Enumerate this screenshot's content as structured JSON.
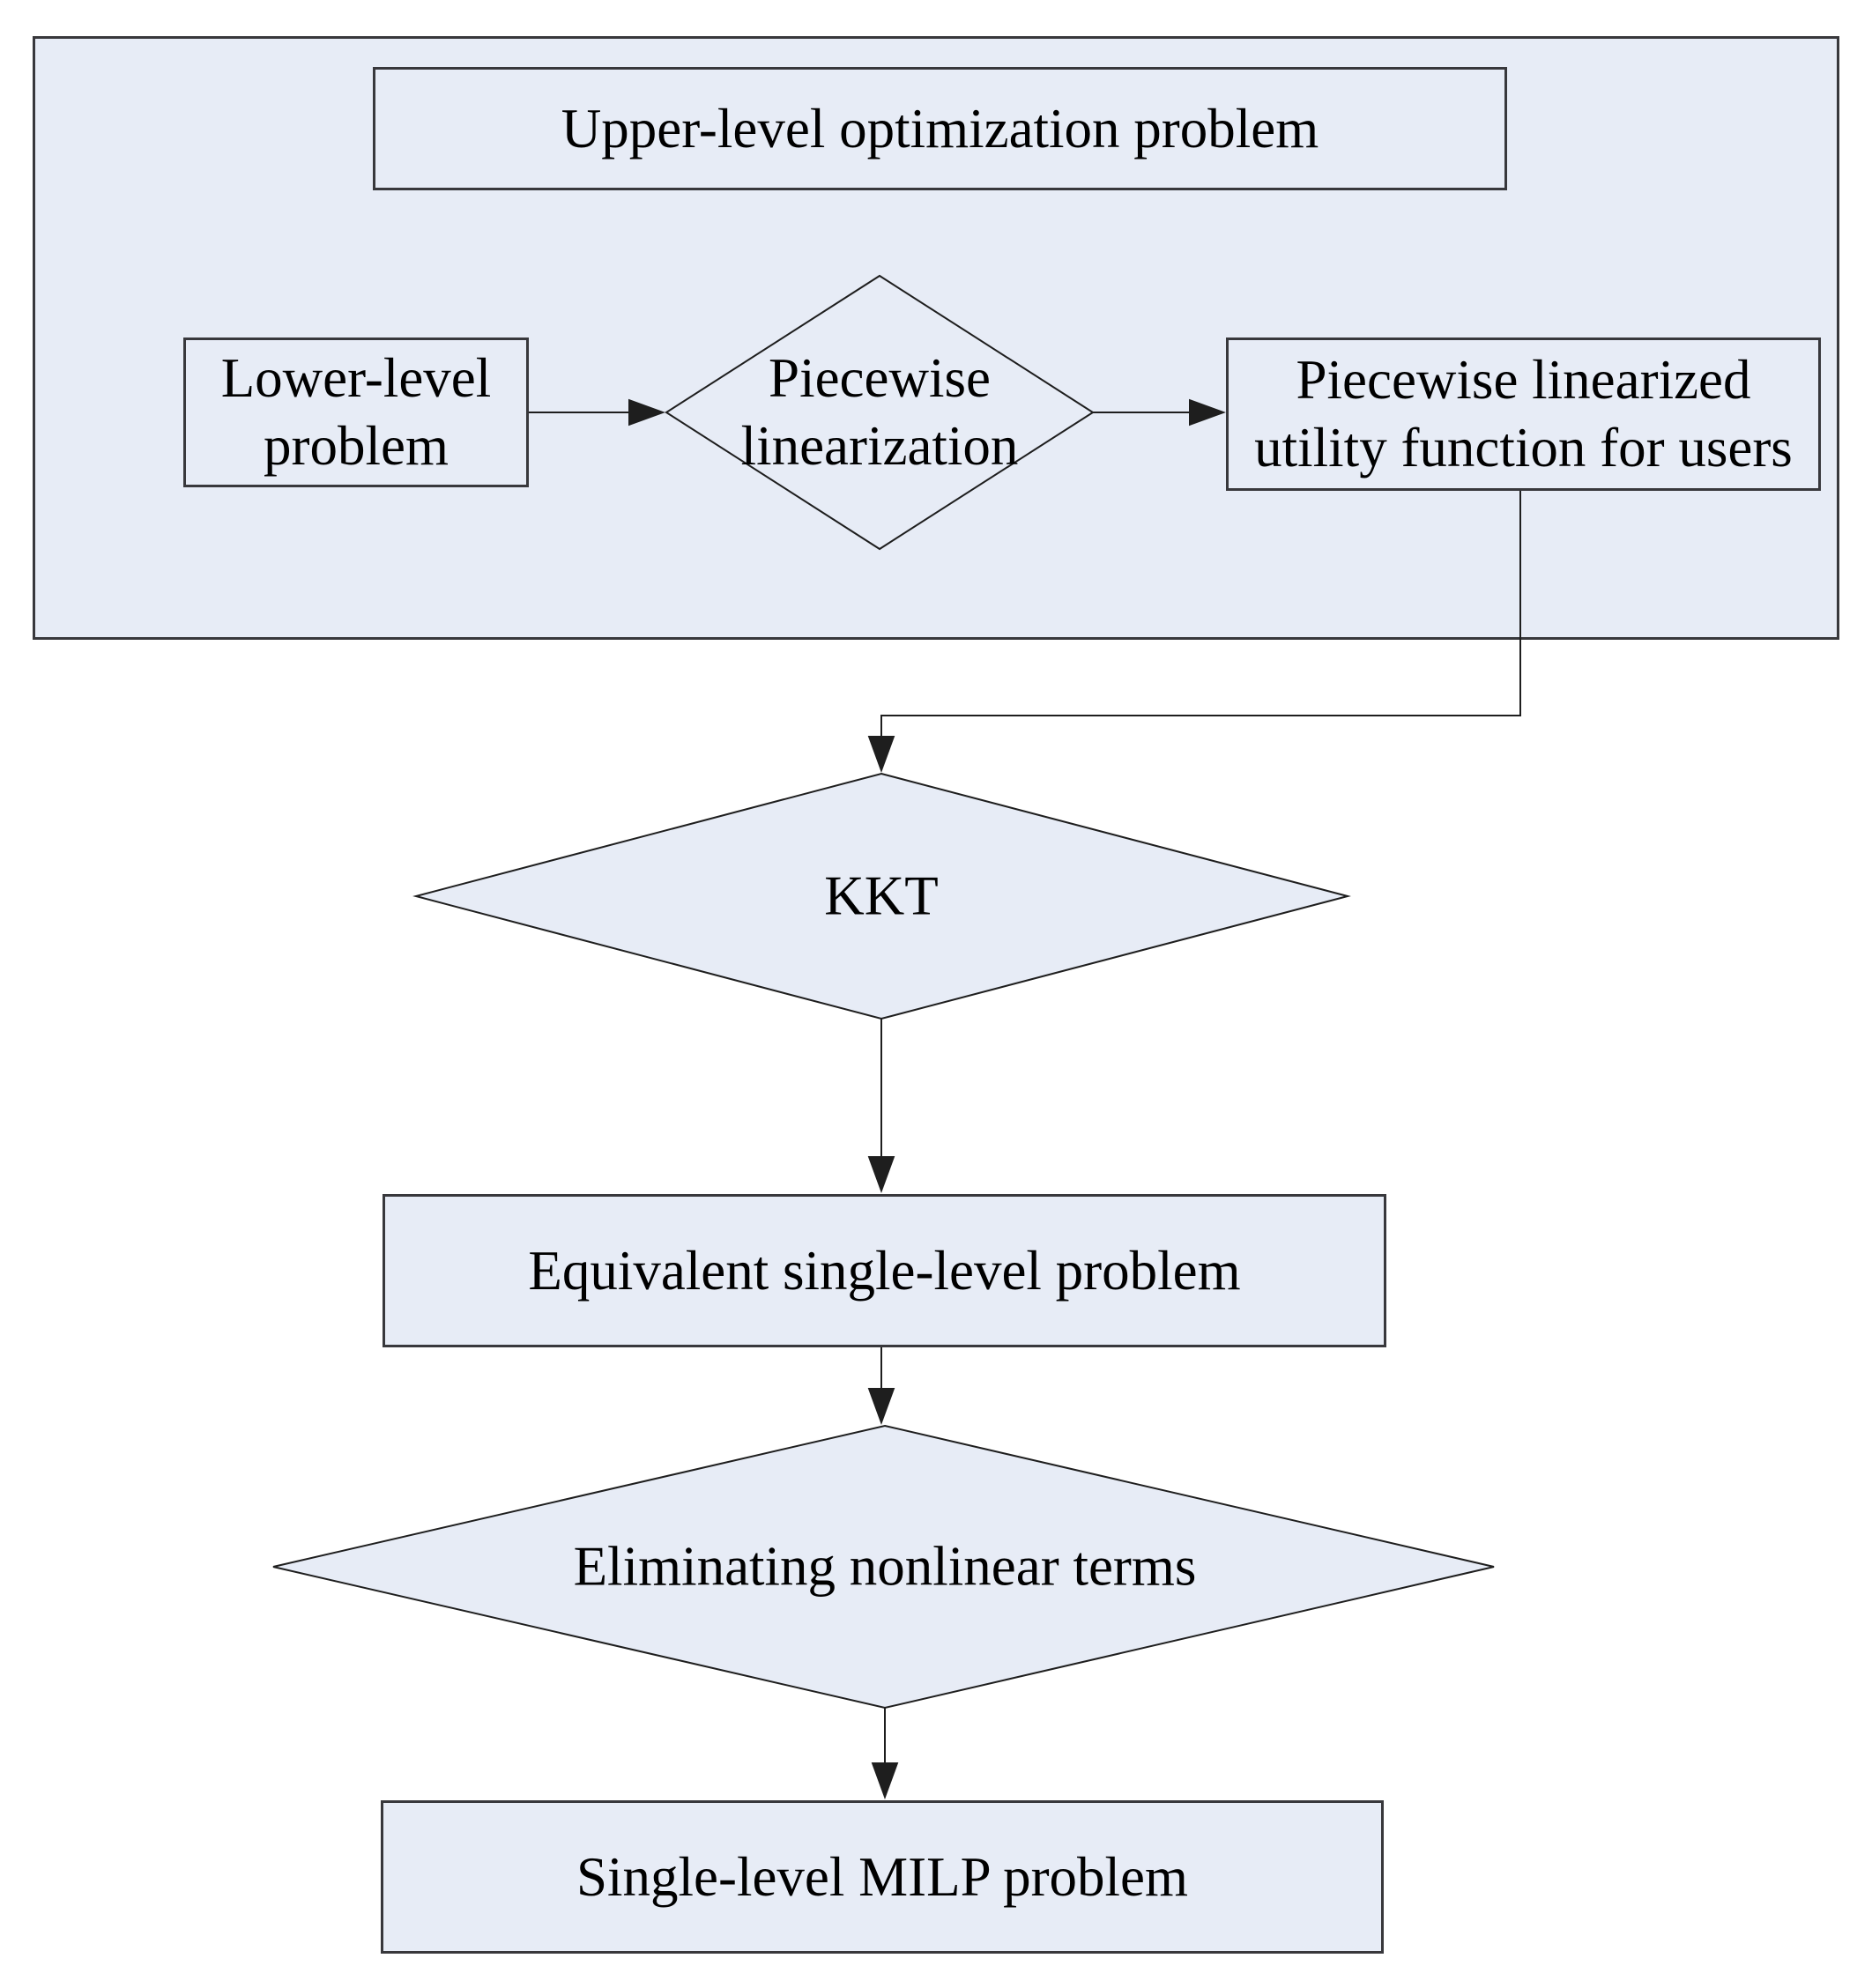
{
  "labels": {
    "upper": "Upper-level optimization problem",
    "lower": "Lower-level problem",
    "piecewise": "Piecewise linearization",
    "utility": "Piecewise linearized utility function for users",
    "kkt": "KKT",
    "equivalent": "Equivalent single-level problem",
    "eliminating": "Eliminating nonlinear terms",
    "milp": "Single-level MILP problem"
  },
  "colors": {
    "shape_fill": "#E7ECF6",
    "box_border": "#38383C",
    "line": "#1E1E1E",
    "text": "#000000",
    "background": "#FFFFFF"
  }
}
